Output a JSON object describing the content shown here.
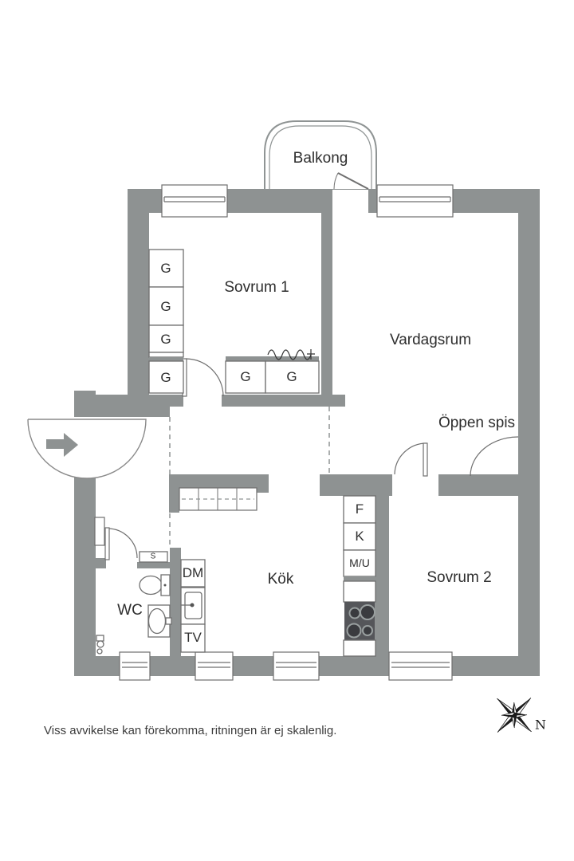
{
  "plan": {
    "rooms": {
      "balcony": "Balkong",
      "bedroom1": "Sovrum 1",
      "living_room": "Vardagsrum",
      "fireplace": "Öppen spis",
      "kitchen": "Kök",
      "bedroom2": "Sovrum 2",
      "wc": "WC"
    },
    "fixtures": {
      "wardrobe": "G",
      "dishwasher": "DM",
      "tv": "TV",
      "fridge": "F",
      "freezer": "K",
      "micro": "M/U",
      "small_closet": "S"
    },
    "compass": {
      "north": "N"
    },
    "disclaimer": "Viss avvikelse kan förekomma, ritningen är ej skalenlig.",
    "colors": {
      "wall": "#8e9292",
      "outline": "#6f6f6f",
      "text": "#2e2e2e"
    }
  }
}
